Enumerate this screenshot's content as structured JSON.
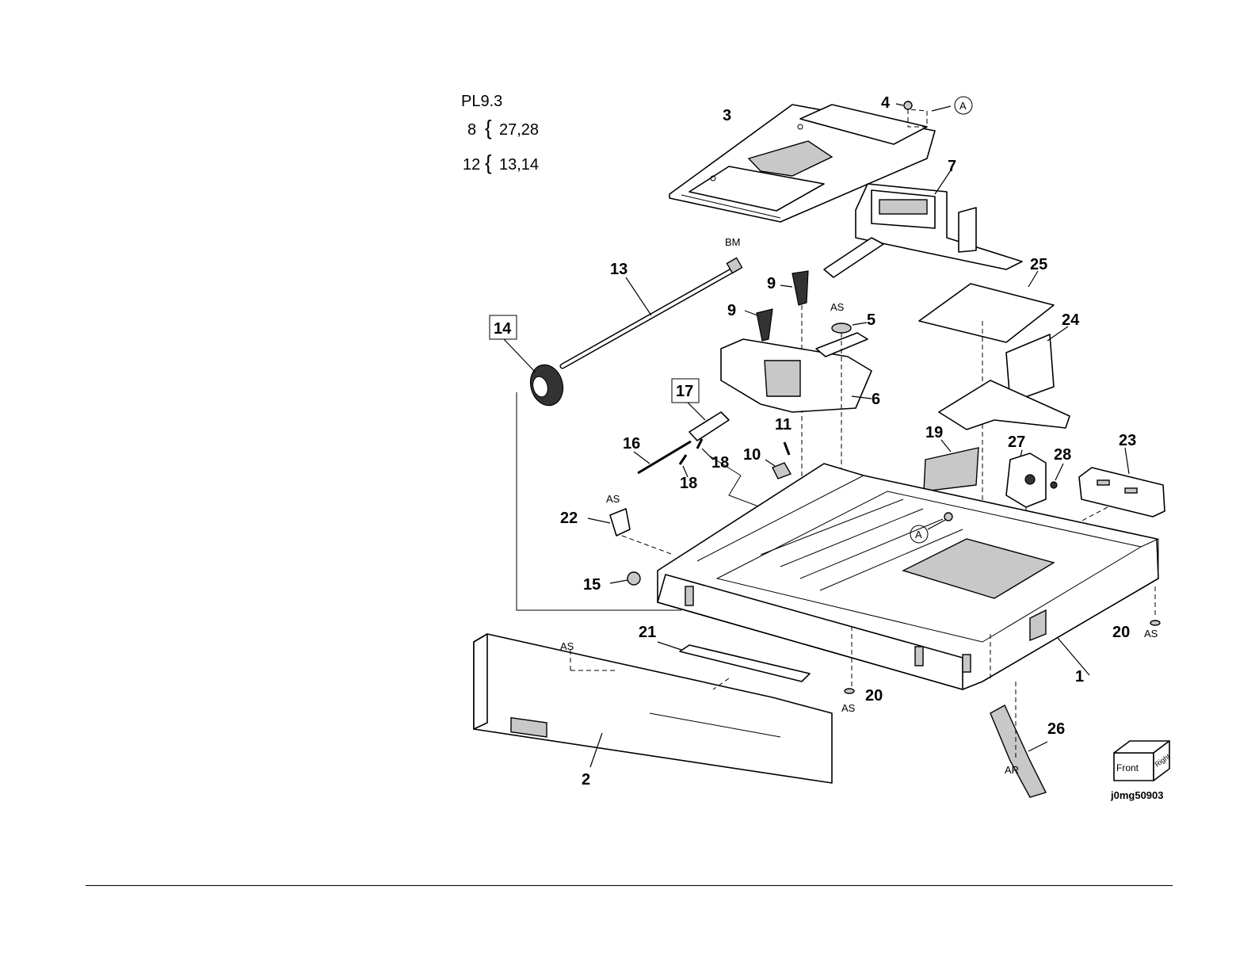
{
  "plate": {
    "title": "PL9.3",
    "groups": [
      {
        "parent": "8",
        "children": "27,28"
      },
      {
        "parent": "12",
        "children": "13,14"
      }
    ]
  },
  "callouts": [
    "1",
    "2",
    "3",
    "4",
    "5",
    "6",
    "7",
    "9",
    "9",
    "10",
    "11",
    "13",
    "14",
    "15",
    "16",
    "17",
    "18",
    "18",
    "19",
    "20",
    "20",
    "21",
    "22",
    "23",
    "24",
    "25",
    "26",
    "27",
    "28"
  ],
  "markers": {
    "as": "AS",
    "bm": "BM",
    "ar": "AR",
    "ref_a": "A"
  },
  "cube": {
    "front": "Front",
    "right": "Right"
  },
  "figure_id": "j0mg50903"
}
